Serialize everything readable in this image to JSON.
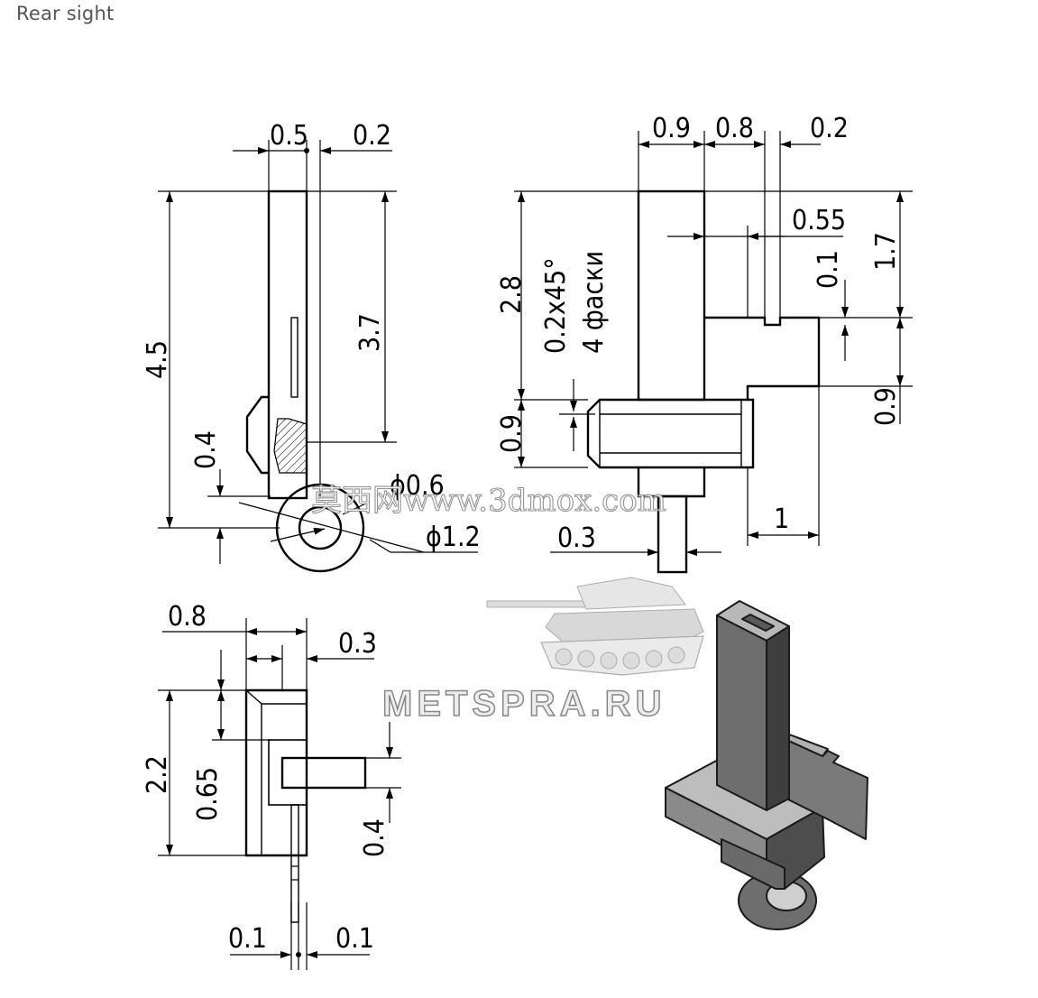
{
  "caption": "Rear sight",
  "dimensions": {
    "top_left": {
      "d1": "0.5",
      "d2": "0.2",
      "d3": "4.5",
      "d4": "3.7",
      "d5": "0.4",
      "d6": "ϕ0.6",
      "d7": "ϕ1.2"
    },
    "top_right": {
      "d1": "0.9",
      "d2": "0.8",
      "d3": "0.2",
      "d4": "0.55",
      "d5": "0.1",
      "d6": "1.7",
      "d7": "2.8",
      "d8": "0.2x45°",
      "d9": "4 фаски",
      "d10": "0.9",
      "d11": "0.9",
      "d12": "0.3",
      "d13": "1"
    },
    "bottom_left": {
      "d1": "0.8",
      "d2": "0.3",
      "d3": "2.2",
      "d4": "0.65",
      "d5": "0.4",
      "d6": "0.1",
      "d7": "0.1"
    }
  },
  "watermarks": {
    "cn": "莫西网www.3dmox.com",
    "site": "METSPRA.RU"
  },
  "icons": {
    "tank": "tank-logo-icon"
  }
}
